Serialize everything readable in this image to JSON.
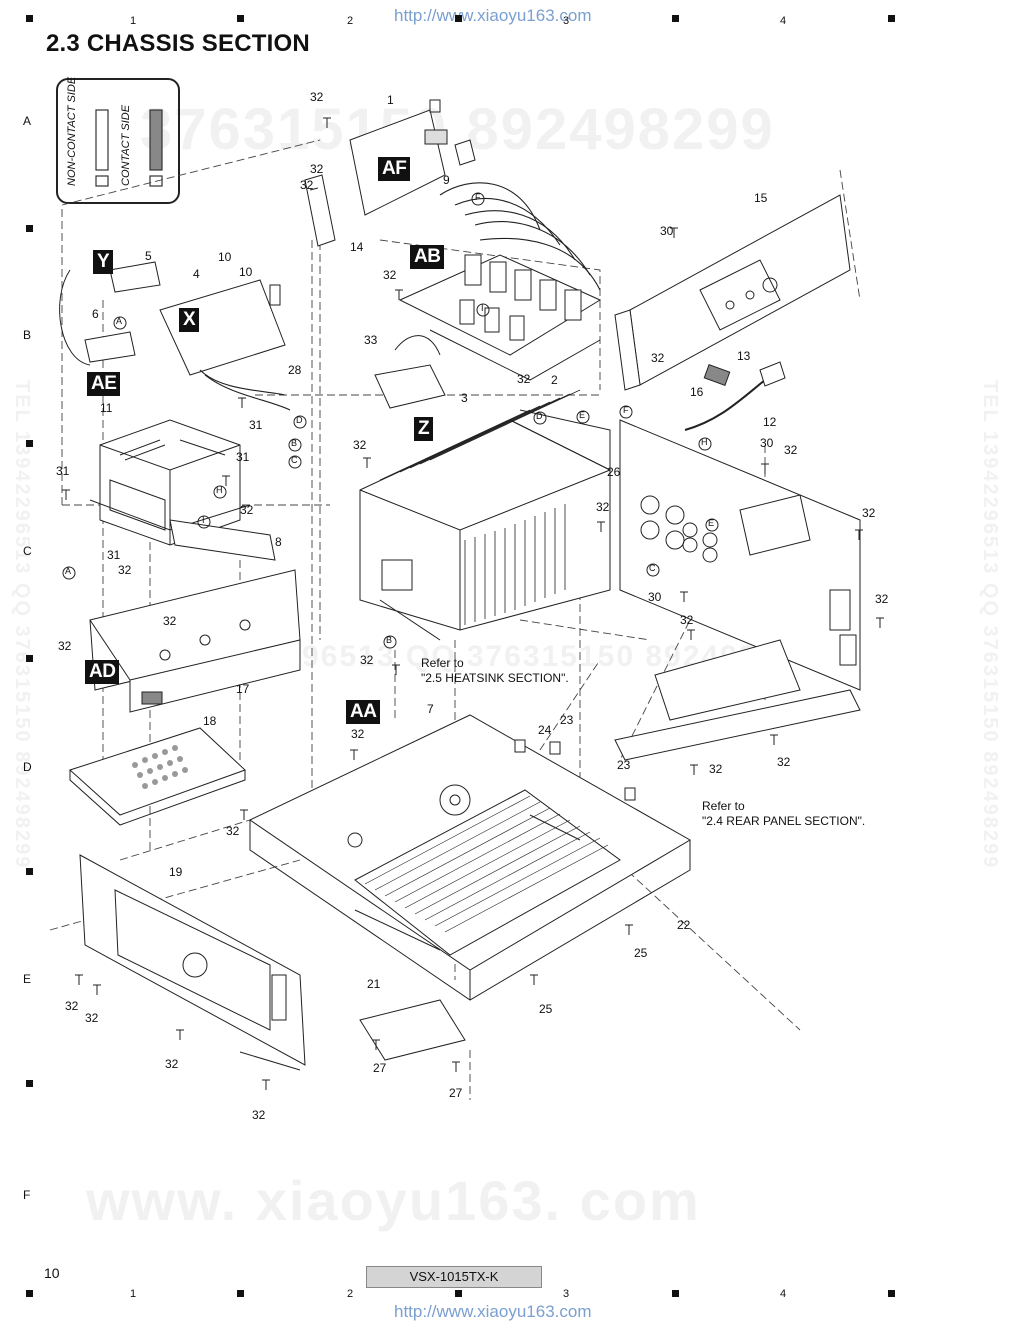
{
  "header": {
    "url_top": "http://www.xiaoyu163.com",
    "url_bottom": "http://www.xiaoyu163.com",
    "section_title": "2.3  CHASSIS SECTION"
  },
  "grid": {
    "columns": [
      "1",
      "2",
      "3",
      "4"
    ],
    "rows": [
      "A",
      "B",
      "C",
      "D",
      "E",
      "F"
    ]
  },
  "legend": {
    "non_contact": "NON-CONTACT SIDE",
    "contact": "CONTACT SIDE"
  },
  "board_tags": {
    "af": "AF",
    "ab": "AB",
    "y": "Y",
    "x": "X",
    "ae": "AE",
    "z": "Z",
    "ad": "AD",
    "aa": "AA"
  },
  "connector_marks": [
    "A",
    "B",
    "C",
    "D",
    "E",
    "F",
    "H",
    "I"
  ],
  "callouts": {
    "c1": "1",
    "c2": "2",
    "c3": "3",
    "c4": "4",
    "c5": "5",
    "c6": "6",
    "c7": "7",
    "c8": "8",
    "c9": "9",
    "c10a": "10",
    "c10b": "10",
    "c11": "11",
    "c12": "12",
    "c13": "13",
    "c14": "14",
    "c15": "15",
    "c16": "16",
    "c17": "17",
    "c18": "18",
    "c19": "19",
    "c21": "21",
    "c22": "22",
    "c23a": "23",
    "c23b": "23",
    "c24": "24",
    "c25a": "25",
    "c25b": "25",
    "c26": "26",
    "c27a": "27",
    "c27b": "27",
    "c28": "28",
    "c30a": "30",
    "c30b": "30",
    "c30c": "30",
    "c31a": "31",
    "c31b": "31",
    "c31c": "31",
    "c31d": "31",
    "c33": "33",
    "c32a": "32",
    "c32b": "32",
    "c32c": "32",
    "c32d": "32",
    "c32e": "32",
    "c32f": "32",
    "c32g": "32",
    "c32h": "32",
    "c32i": "32",
    "c32j": "32",
    "c32k": "32",
    "c32l": "32",
    "c32m": "32",
    "c32n": "32",
    "c32o": "32",
    "c32p": "32",
    "c32q": "32",
    "c32r": "32",
    "c32s": "32",
    "c32t": "32",
    "c32u": "32",
    "c32v": "32",
    "c32w": "32",
    "c32x": "32",
    "c32y": "32",
    "c32z": "32"
  },
  "refer_notes": {
    "heatsink_1": "Refer to",
    "heatsink_2": "\"2.5 HEATSINK SECTION\".",
    "rear_1": "Refer to",
    "rear_2": "\"2.4 REAR PANEL SECTION\"."
  },
  "footer": {
    "page_number": "10",
    "model": "VSX-1015TX-K"
  },
  "watermarks": {
    "top_numbers": "376315150   892498299",
    "bottom_site": "www. xiaoyu163. com",
    "side_left": "TEL 13942296513  QQ 376315150  892498299",
    "side_right": "TEL 13942296513  QQ 376315150  892498299",
    "mid": "13942296513   QQ 376315150   892498299"
  }
}
